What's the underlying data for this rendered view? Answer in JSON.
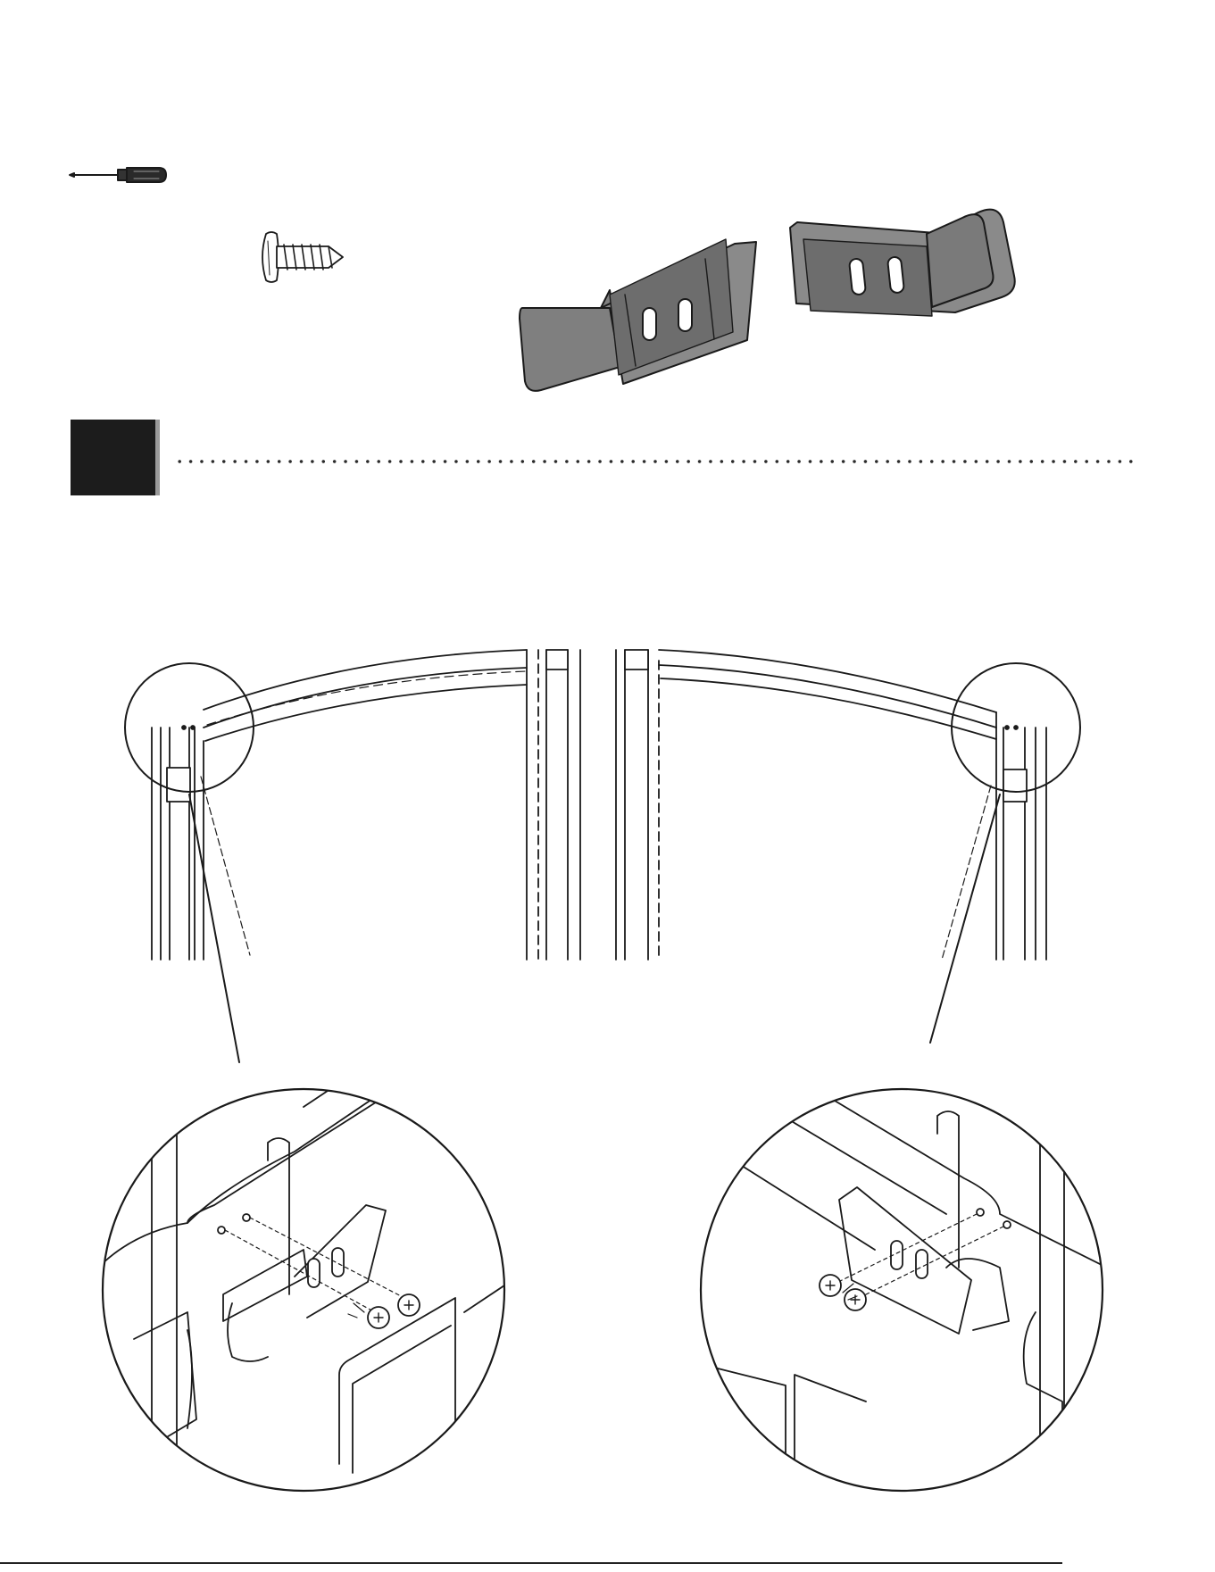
{
  "page": {
    "step_number": "",
    "page_number": ""
  },
  "hardware": {
    "tool_icon": "phillips-screwdriver",
    "fastener_icon": "pan-head-screw",
    "part_icons": [
      "bracket-left",
      "bracket-right"
    ]
  },
  "colors": {
    "line": "#1a1a1a",
    "part_fill": "#7f7f7f",
    "part_shade": "#5e5e5e",
    "step_block": "#1c1c1c",
    "step_block_shadow": "#9a9a9a",
    "background": "#ffffff"
  }
}
